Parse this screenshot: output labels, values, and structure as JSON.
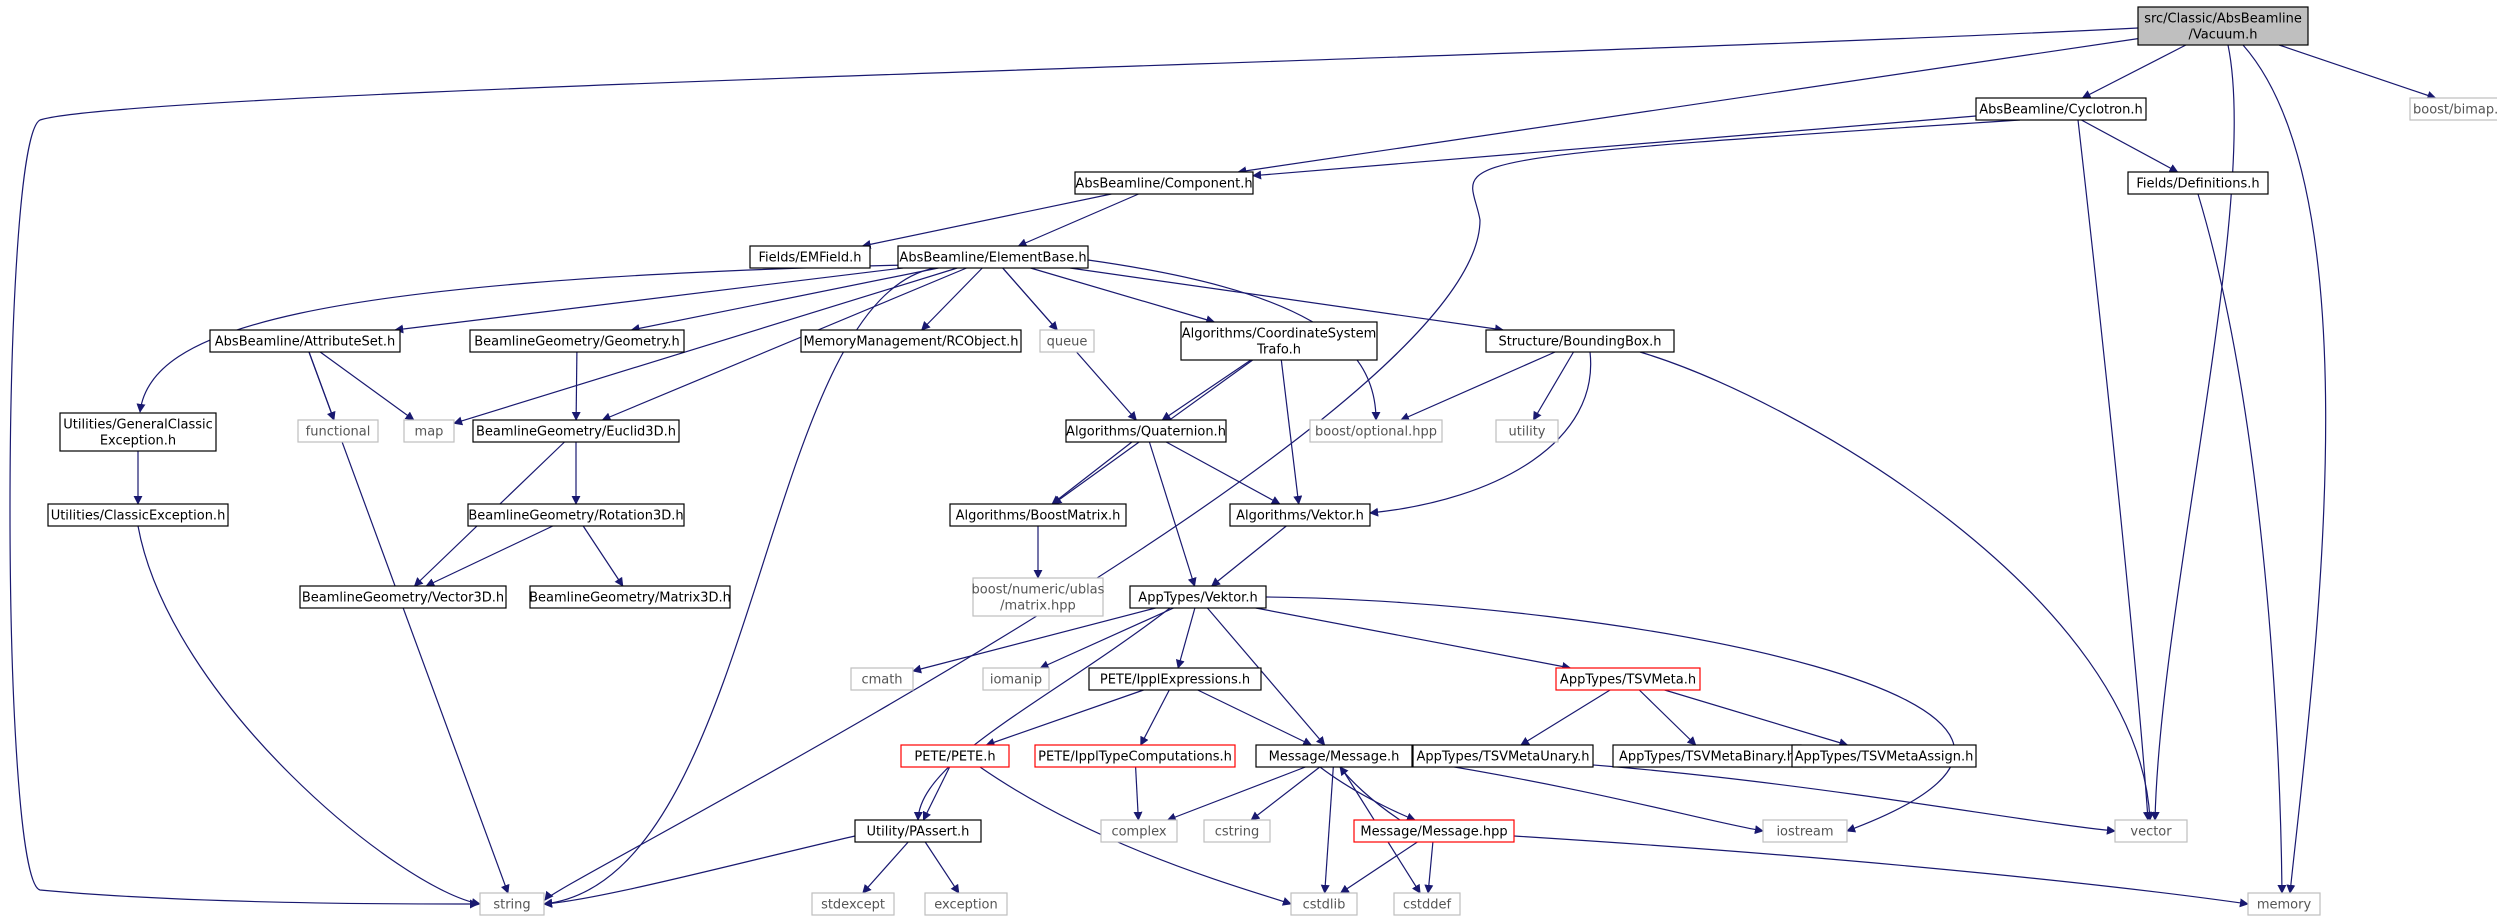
{
  "diagram": {
    "colors": {
      "edge": "#191970",
      "node_border": "#000000",
      "external_border": "#bfbfbf",
      "highlight_border": "#ff0000",
      "root_fill": "#bfbfbf",
      "text": "#000000",
      "external_text": "#555555"
    },
    "nodes": [
      {
        "id": "vacuum",
        "lines": [
          "src/Classic/AbsBeamline",
          "/Vacuum.h"
        ],
        "kind": "root"
      },
      {
        "id": "cyclotron",
        "lines": [
          "AbsBeamline/Cyclotron.h"
        ],
        "kind": "normal"
      },
      {
        "id": "bimap",
        "lines": [
          "boost/bimap.hpp"
        ],
        "kind": "external"
      },
      {
        "id": "component",
        "lines": [
          "AbsBeamline/Component.h"
        ],
        "kind": "normal"
      },
      {
        "id": "fielddefs",
        "lines": [
          "Fields/Definitions.h"
        ],
        "kind": "normal"
      },
      {
        "id": "emfield",
        "lines": [
          "Fields/EMField.h"
        ],
        "kind": "normal"
      },
      {
        "id": "elementbase",
        "lines": [
          "AbsBeamline/ElementBase.h"
        ],
        "kind": "normal"
      },
      {
        "id": "attributeset",
        "lines": [
          "AbsBeamline/AttributeSet.h"
        ],
        "kind": "normal"
      },
      {
        "id": "geometry",
        "lines": [
          "BeamlineGeometry/Geometry.h"
        ],
        "kind": "normal"
      },
      {
        "id": "rcobject",
        "lines": [
          "MemoryManagement/RCObject.h"
        ],
        "kind": "normal"
      },
      {
        "id": "queue",
        "lines": [
          "queue"
        ],
        "kind": "external"
      },
      {
        "id": "coordtrafo",
        "lines": [
          "Algorithms/CoordinateSystem",
          "Trafo.h"
        ],
        "kind": "normal"
      },
      {
        "id": "boundingbox",
        "lines": [
          "Structure/BoundingBox.h"
        ],
        "kind": "normal"
      },
      {
        "id": "genclassicexc",
        "lines": [
          "Utilities/GeneralClassic",
          "Exception.h"
        ],
        "kind": "normal"
      },
      {
        "id": "functional",
        "lines": [
          "functional"
        ],
        "kind": "external"
      },
      {
        "id": "map",
        "lines": [
          "map"
        ],
        "kind": "external"
      },
      {
        "id": "euclid3d",
        "lines": [
          "BeamlineGeometry/Euclid3D.h"
        ],
        "kind": "normal"
      },
      {
        "id": "quaternion",
        "lines": [
          "Algorithms/Quaternion.h"
        ],
        "kind": "normal"
      },
      {
        "id": "optional",
        "lines": [
          "boost/optional.hpp"
        ],
        "kind": "external"
      },
      {
        "id": "utility",
        "lines": [
          "utility"
        ],
        "kind": "external"
      },
      {
        "id": "classicexc",
        "lines": [
          "Utilities/ClassicException.h"
        ],
        "kind": "normal"
      },
      {
        "id": "rotation3d",
        "lines": [
          "BeamlineGeometry/Rotation3D.h"
        ],
        "kind": "normal"
      },
      {
        "id": "boostmatrix",
        "lines": [
          "Algorithms/BoostMatrix.h"
        ],
        "kind": "normal"
      },
      {
        "id": "algvektor",
        "lines": [
          "Algorithms/Vektor.h"
        ],
        "kind": "normal"
      },
      {
        "id": "vector3d",
        "lines": [
          "BeamlineGeometry/Vector3D.h"
        ],
        "kind": "normal"
      },
      {
        "id": "matrix3d",
        "lines": [
          "BeamlineGeometry/Matrix3D.h"
        ],
        "kind": "normal"
      },
      {
        "id": "ublasmatrix",
        "lines": [
          "boost/numeric/ublas",
          "/matrix.hpp"
        ],
        "kind": "external"
      },
      {
        "id": "apptvektor",
        "lines": [
          "AppTypes/Vektor.h"
        ],
        "kind": "normal"
      },
      {
        "id": "cmath",
        "lines": [
          "cmath"
        ],
        "kind": "external"
      },
      {
        "id": "iomanip",
        "lines": [
          "iomanip"
        ],
        "kind": "external"
      },
      {
        "id": "ipplexpr",
        "lines": [
          "PETE/IpplExpressions.h"
        ],
        "kind": "normal"
      },
      {
        "id": "tsvmeta",
        "lines": [
          "AppTypes/TSVMeta.h"
        ],
        "kind": "highlight"
      },
      {
        "id": "pete",
        "lines": [
          "PETE/PETE.h"
        ],
        "kind": "highlight"
      },
      {
        "id": "ippltypecomp",
        "lines": [
          "PETE/IpplTypeComputations.h"
        ],
        "kind": "highlight"
      },
      {
        "id": "messageh",
        "lines": [
          "Message/Message.h"
        ],
        "kind": "normal"
      },
      {
        "id": "tsvunary",
        "lines": [
          "AppTypes/TSVMetaUnary.h"
        ],
        "kind": "normal"
      },
      {
        "id": "tsvbinary",
        "lines": [
          "AppTypes/TSVMetaBinary.h"
        ],
        "kind": "normal"
      },
      {
        "id": "tsvassign",
        "lines": [
          "AppTypes/TSVMetaAssign.h"
        ],
        "kind": "normal"
      },
      {
        "id": "passert",
        "lines": [
          "Utility/PAssert.h"
        ],
        "kind": "normal"
      },
      {
        "id": "complex",
        "lines": [
          "complex"
        ],
        "kind": "external"
      },
      {
        "id": "cstring",
        "lines": [
          "cstring"
        ],
        "kind": "external"
      },
      {
        "id": "messagehpp",
        "lines": [
          "Message/Message.hpp"
        ],
        "kind": "highlight"
      },
      {
        "id": "iostream",
        "lines": [
          "iostream"
        ],
        "kind": "external"
      },
      {
        "id": "vector",
        "lines": [
          "vector"
        ],
        "kind": "external"
      },
      {
        "id": "string",
        "lines": [
          "string"
        ],
        "kind": "external"
      },
      {
        "id": "stdexcept",
        "lines": [
          "stdexcept"
        ],
        "kind": "external"
      },
      {
        "id": "exception",
        "lines": [
          "exception"
        ],
        "kind": "external"
      },
      {
        "id": "cstdlib",
        "lines": [
          "cstdlib"
        ],
        "kind": "external"
      },
      {
        "id": "cstddef",
        "lines": [
          "cstddef"
        ],
        "kind": "external"
      },
      {
        "id": "memory",
        "lines": [
          "memory"
        ],
        "kind": "external"
      }
    ],
    "edges": [
      [
        "vacuum",
        "string"
      ],
      [
        "vacuum",
        "component"
      ],
      [
        "vacuum",
        "cyclotron"
      ],
      [
        "vacuum",
        "vector"
      ],
      [
        "vacuum",
        "memory"
      ],
      [
        "vacuum",
        "bimap"
      ],
      [
        "cyclotron",
        "component"
      ],
      [
        "cyclotron",
        "fielddefs"
      ],
      [
        "cyclotron",
        "string"
      ],
      [
        "cyclotron",
        "vector"
      ],
      [
        "component",
        "emfield"
      ],
      [
        "component",
        "elementbase"
      ],
      [
        "fielddefs",
        "memory"
      ],
      [
        "elementbase",
        "attributeset"
      ],
      [
        "elementbase",
        "geometry"
      ],
      [
        "elementbase",
        "euclid3d"
      ],
      [
        "elementbase",
        "rcobject"
      ],
      [
        "elementbase",
        "queue"
      ],
      [
        "elementbase",
        "coordtrafo"
      ],
      [
        "elementbase",
        "quaternion"
      ],
      [
        "elementbase",
        "optional"
      ],
      [
        "elementbase",
        "boundingbox"
      ],
      [
        "elementbase",
        "genclassicexc"
      ],
      [
        "elementbase",
        "map"
      ],
      [
        "elementbase",
        "string"
      ],
      [
        "attributeset",
        "functional"
      ],
      [
        "attributeset",
        "map"
      ],
      [
        "attributeset",
        "string"
      ],
      [
        "geometry",
        "euclid3d"
      ],
      [
        "coordtrafo",
        "quaternion"
      ],
      [
        "coordtrafo",
        "boostmatrix"
      ],
      [
        "coordtrafo",
        "algvektor"
      ],
      [
        "boundingbox",
        "optional"
      ],
      [
        "boundingbox",
        "utility"
      ],
      [
        "boundingbox",
        "algvektor"
      ],
      [
        "boundingbox",
        "vector"
      ],
      [
        "genclassicexc",
        "classicexc"
      ],
      [
        "classicexc",
        "string"
      ],
      [
        "euclid3d",
        "rotation3d"
      ],
      [
        "euclid3d",
        "vector3d"
      ],
      [
        "rotation3d",
        "vector3d"
      ],
      [
        "rotation3d",
        "matrix3d"
      ],
      [
        "quaternion",
        "boostmatrix"
      ],
      [
        "quaternion",
        "algvektor"
      ],
      [
        "quaternion",
        "apptvektor"
      ],
      [
        "boostmatrix",
        "ublasmatrix"
      ],
      [
        "algvektor",
        "apptvektor"
      ],
      [
        "apptvektor",
        "cmath"
      ],
      [
        "apptvektor",
        "iomanip"
      ],
      [
        "apptvektor",
        "ipplexpr"
      ],
      [
        "apptvektor",
        "tsvmeta"
      ],
      [
        "apptvektor",
        "messageh"
      ],
      [
        "apptvektor",
        "passert"
      ],
      [
        "apptvektor",
        "iostream"
      ],
      [
        "ipplexpr",
        "pete"
      ],
      [
        "ipplexpr",
        "ippltypecomp"
      ],
      [
        "ipplexpr",
        "messageh"
      ],
      [
        "tsvmeta",
        "tsvunary"
      ],
      [
        "tsvmeta",
        "tsvbinary"
      ],
      [
        "tsvmeta",
        "tsvassign"
      ],
      [
        "pete",
        "passert"
      ],
      [
        "pete",
        "cstdlib"
      ],
      [
        "ippltypecomp",
        "complex"
      ],
      [
        "messageh",
        "complex"
      ],
      [
        "messageh",
        "cstring"
      ],
      [
        "messageh",
        "messagehpp"
      ],
      [
        "messageh",
        "iostream"
      ],
      [
        "messageh",
        "vector"
      ],
      [
        "messageh",
        "cstdlib"
      ],
      [
        "messageh",
        "cstddef"
      ],
      [
        "messagehpp",
        "messageh"
      ],
      [
        "messagehpp",
        "cstdlib"
      ],
      [
        "messagehpp",
        "cstddef"
      ],
      [
        "messagehpp",
        "memory"
      ],
      [
        "passert",
        "string"
      ],
      [
        "passert",
        "stdexcept"
      ],
      [
        "passert",
        "exception"
      ]
    ]
  }
}
